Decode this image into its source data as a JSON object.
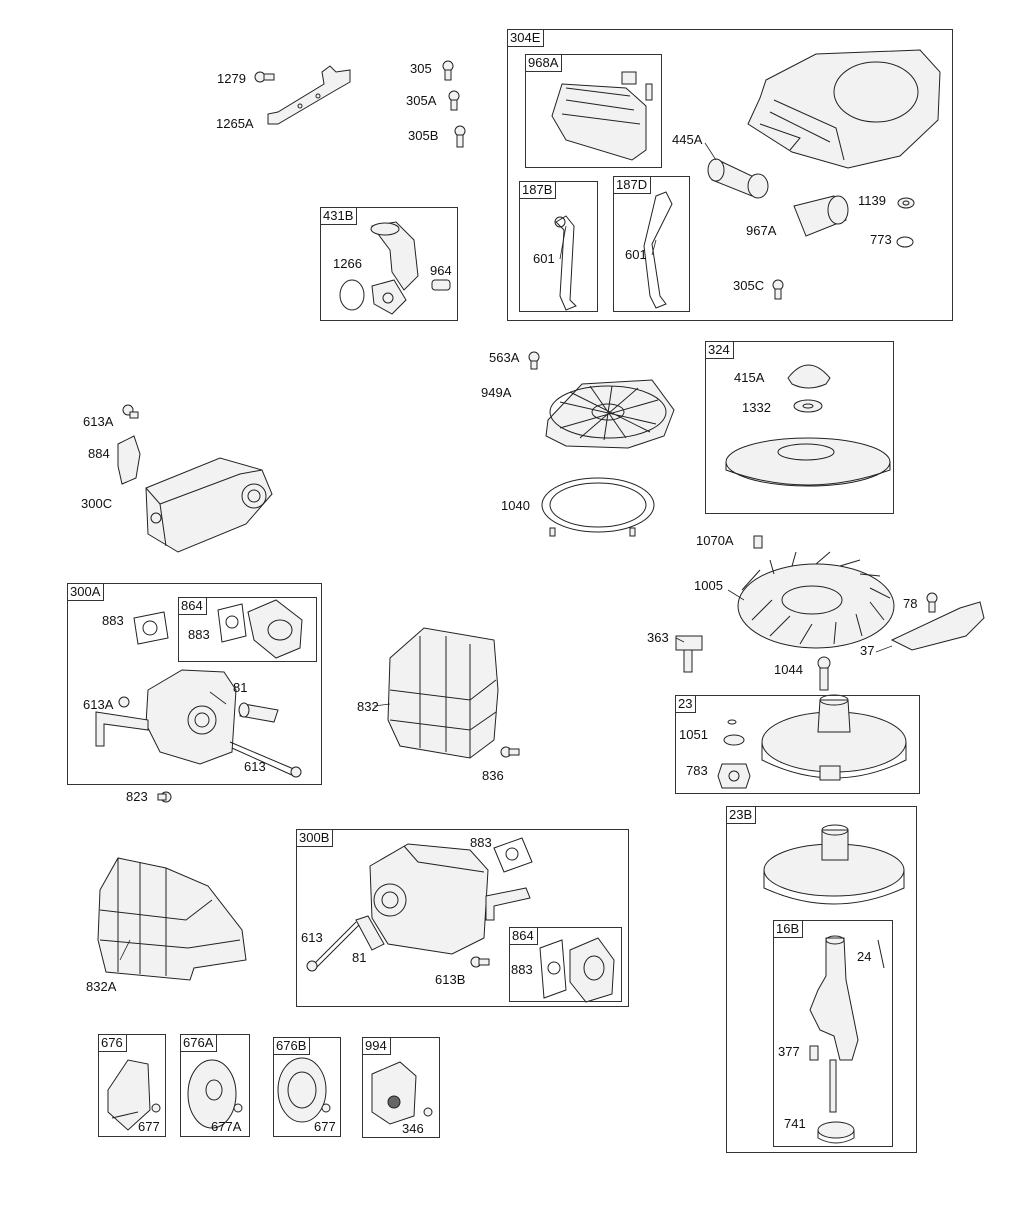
{
  "diagram": {
    "groups": [
      {
        "id": "304E",
        "label": "304E"
      },
      {
        "id": "968A",
        "label": "968A"
      },
      {
        "id": "187B",
        "label": "187B"
      },
      {
        "id": "187D",
        "label": "187D"
      },
      {
        "id": "431B",
        "label": "431B"
      },
      {
        "id": "324",
        "label": "324"
      },
      {
        "id": "300A",
        "label": "300A"
      },
      {
        "id": "864a",
        "label": "864"
      },
      {
        "id": "23",
        "label": "23"
      },
      {
        "id": "23B",
        "label": "23B"
      },
      {
        "id": "16B",
        "label": "16B"
      },
      {
        "id": "300B",
        "label": "300B"
      },
      {
        "id": "864b",
        "label": "864"
      },
      {
        "id": "676",
        "label": "676"
      },
      {
        "id": "676A",
        "label": "676A"
      },
      {
        "id": "676B",
        "label": "676B"
      },
      {
        "id": "994",
        "label": "994"
      }
    ],
    "part_labels": [
      "1279",
      "1265A",
      "305",
      "305A",
      "305B",
      "1266",
      "964",
      "445A",
      "601",
      "601",
      "967A",
      "1139",
      "773",
      "305C",
      "563A",
      "949A",
      "1040",
      "415A",
      "1332",
      "613A",
      "884",
      "300C",
      "1070A",
      "1005",
      "78",
      "363",
      "37",
      "1044",
      "883",
      "883",
      "613A",
      "81",
      "613",
      "823",
      "832",
      "836",
      "1051",
      "783",
      "883",
      "613",
      "81",
      "613B",
      "883",
      "832A",
      "24",
      "377",
      "741",
      "677",
      "677A",
      "677",
      "346"
    ]
  }
}
